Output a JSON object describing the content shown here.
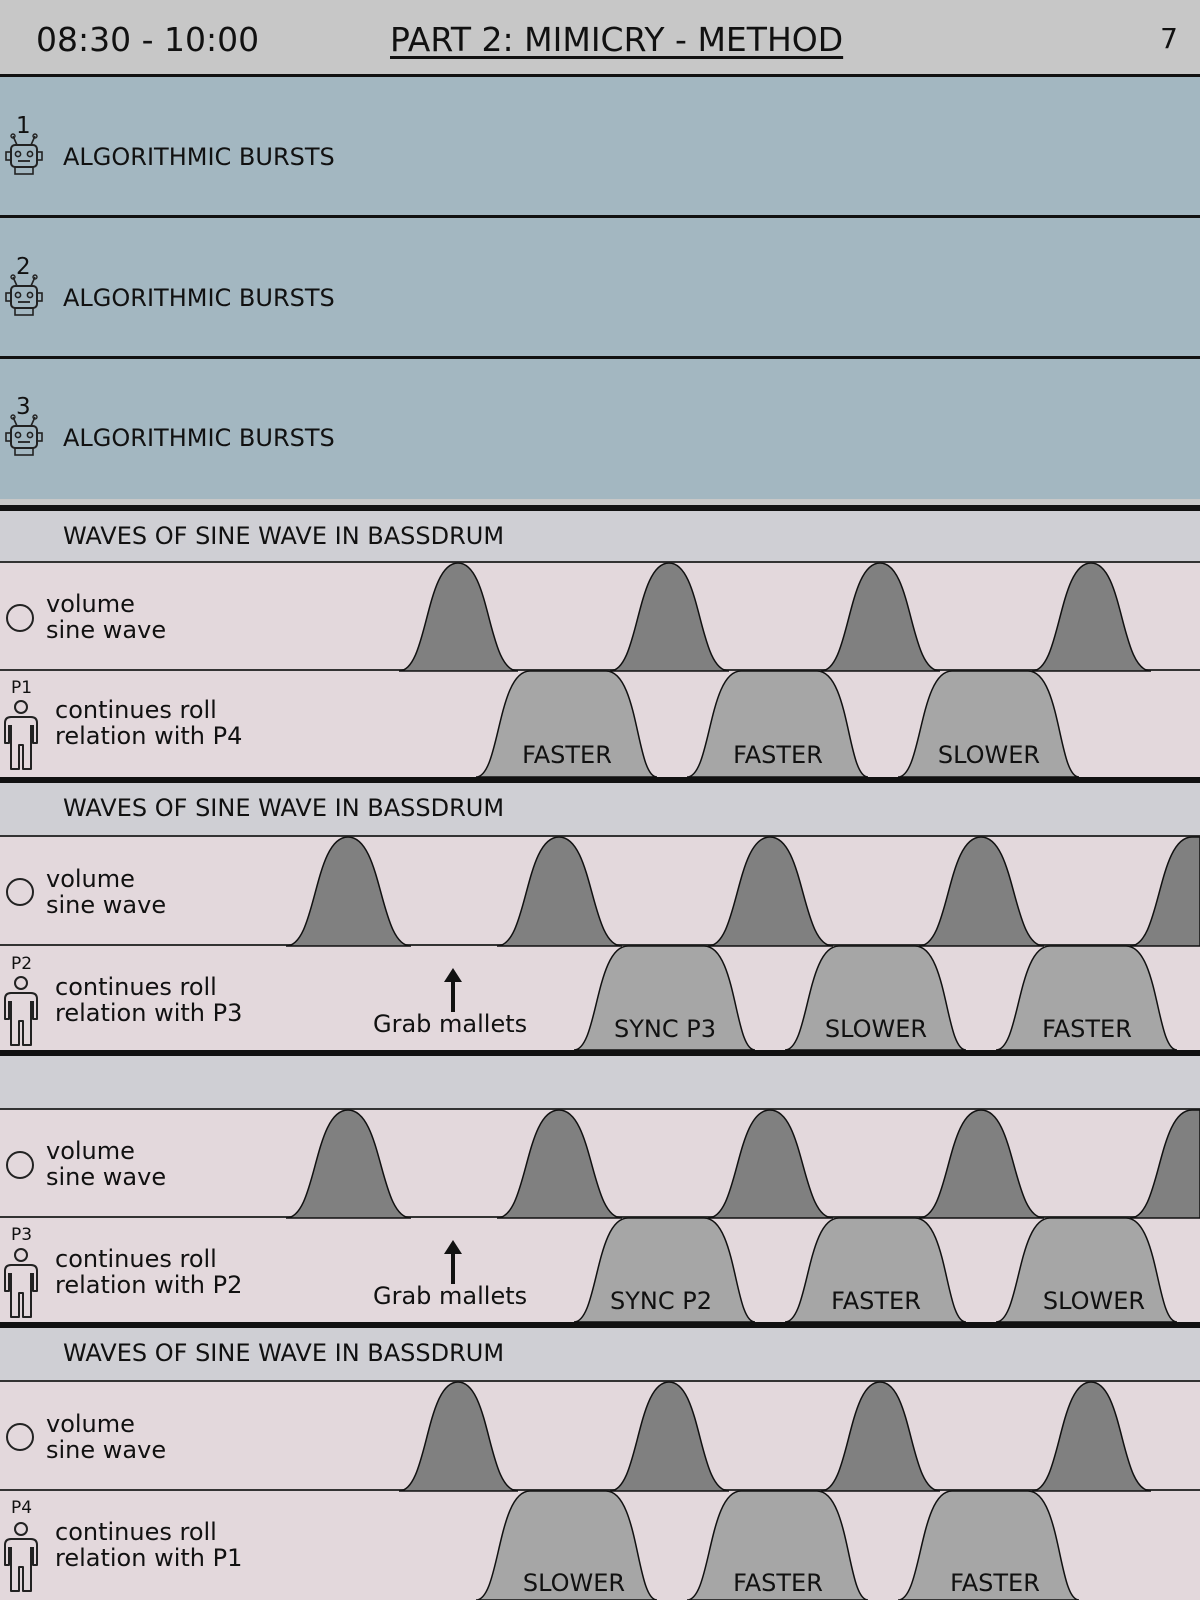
{
  "header": {
    "time": "08:30 - 10:00",
    "title": "PART 2: MIMICRY - METHOD",
    "page_number": "7"
  },
  "robots": [
    {
      "number": "1",
      "label": "ALGORITHMIC BURSTS"
    },
    {
      "number": "2",
      "label": "ALGORITHMIC BURSTS"
    },
    {
      "number": "3",
      "label": "ALGORITHMIC BURSTS"
    }
  ],
  "sections": [
    {
      "header": "WAVES OF SINE WAVE IN BASSDRUM",
      "volume_line1": "volume",
      "volume_line2": "sine wave",
      "player": "P1",
      "player_line1": "continues roll",
      "player_line2": "relation with P4",
      "grab_label": "",
      "actions": [
        "FASTER",
        "FASTER",
        "SLOWER"
      ]
    },
    {
      "header": "WAVES OF SINE WAVE IN BASSDRUM",
      "volume_line1": "volume",
      "volume_line2": "sine wave",
      "player": "P2",
      "player_line1": "continues roll",
      "player_line2": "relation with P3",
      "grab_label": "Grab mallets",
      "actions": [
        "SYNC P3",
        "SLOWER",
        "FASTER"
      ]
    },
    {
      "header": "",
      "volume_line1": "volume",
      "volume_line2": "sine wave",
      "player": "P3",
      "player_line1": "continues roll",
      "player_line2": "relation with P2",
      "grab_label": "Grab mallets",
      "actions": [
        "SYNC P2",
        "FASTER",
        "SLOWER"
      ]
    },
    {
      "header": "WAVES OF SINE WAVE IN BASSDRUM",
      "volume_line1": "volume",
      "volume_line2": "sine wave",
      "player": "P4",
      "player_line1": "continues roll",
      "player_line2": "relation with P1",
      "grab_label": "",
      "actions": [
        "SLOWER",
        "FASTER",
        "FASTER"
      ]
    }
  ],
  "colors": {
    "robot_row": "#a3b7c1",
    "section_header": "#cfcfd4",
    "lane": "#e3d8dc",
    "volume_wave": "#808080",
    "action_wave": "#a6a6a6"
  }
}
